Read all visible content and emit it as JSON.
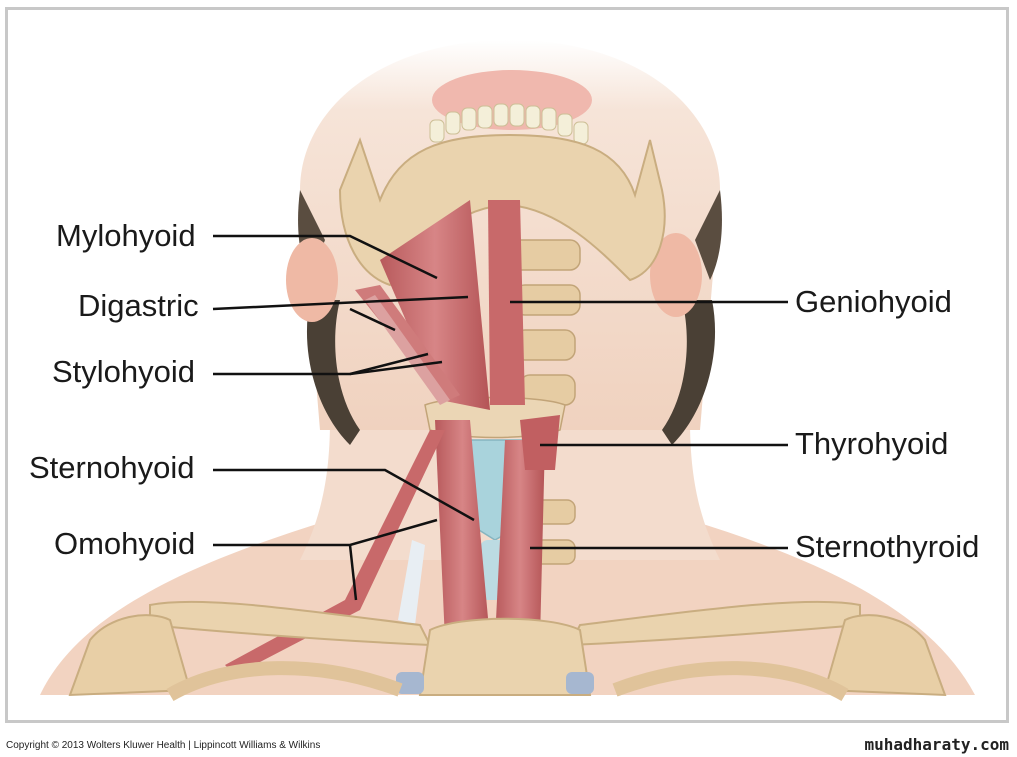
{
  "labels": {
    "mylohyoid": "Mylohyoid",
    "digastric": "Digastric",
    "stylohyoid": "Stylohyoid",
    "sternohyoid": "Sternohyoid",
    "omohyoid": "Omohyoid",
    "geniohyoid": "Geniohyoid",
    "thyrohyoid": "Thyrohyoid",
    "sternothyroid": "Sternothyroid"
  },
  "footer": {
    "copyright": "Copyright © 2013 Wolters Kluwer Health | Lippincott Williams & Wilkins",
    "site": "muhadharaty.com"
  },
  "colors": {
    "skin": "#f3dccd",
    "bone": "#ead3ae",
    "muscle": "#c8696a",
    "cartilage": "#a9d3dc",
    "hair": "#4a4035",
    "leader": "#111111"
  }
}
